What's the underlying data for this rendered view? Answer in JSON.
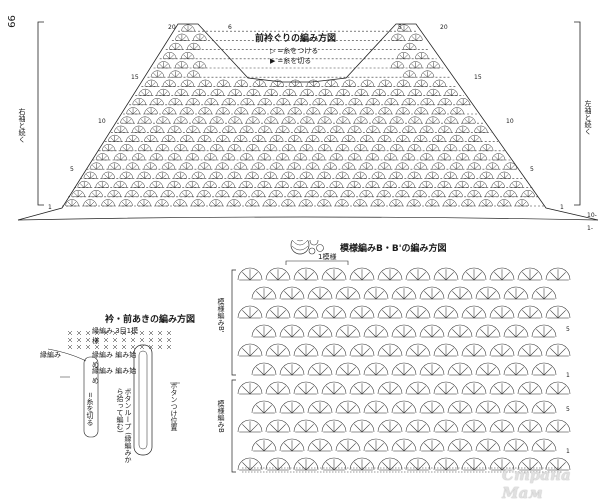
{
  "page_number": "99",
  "yoke": {
    "title": "前衿ぐりの編み方図",
    "legend": [
      {
        "icon": "attach-yarn-icon",
        "label": "=糸をつける"
      },
      {
        "icon": "cut-yarn-icon",
        "label": "=糸を切る"
      }
    ],
    "left_side_label": "右袖と続く",
    "right_side_label": "左袖と続く",
    "row_numbers_left": [
      "20",
      "15",
      "10",
      "5",
      "1"
    ],
    "row_numbers_center": [
      "6",
      "5"
    ],
    "row_numbers_right": [
      "20",
      "15",
      "10",
      "5",
      "1"
    ],
    "end_marks": [
      "10-",
      "1-"
    ]
  },
  "neck": {
    "title": "衿・前あきの編み方図",
    "labels": {
      "edge": "縁編み",
      "edge_3": "縁編み 3目1模様",
      "start": "縁編み 編み始め",
      "start2": "縁編み 編み始め",
      "button_loop": "ボタンループ (縁編みから拾って編む)",
      "button_pos": "ボタンつけ位置",
      "cut": "=糸を切る"
    }
  },
  "pattern": {
    "title": "模様編みB・B'の編み方図",
    "repeat_label": "1模様",
    "label_b_prime": "模様編みB'",
    "label_b": "模様編みB",
    "row_numbers": [
      "5",
      "1",
      "5",
      "1"
    ]
  },
  "watermark": "Страна Мам"
}
